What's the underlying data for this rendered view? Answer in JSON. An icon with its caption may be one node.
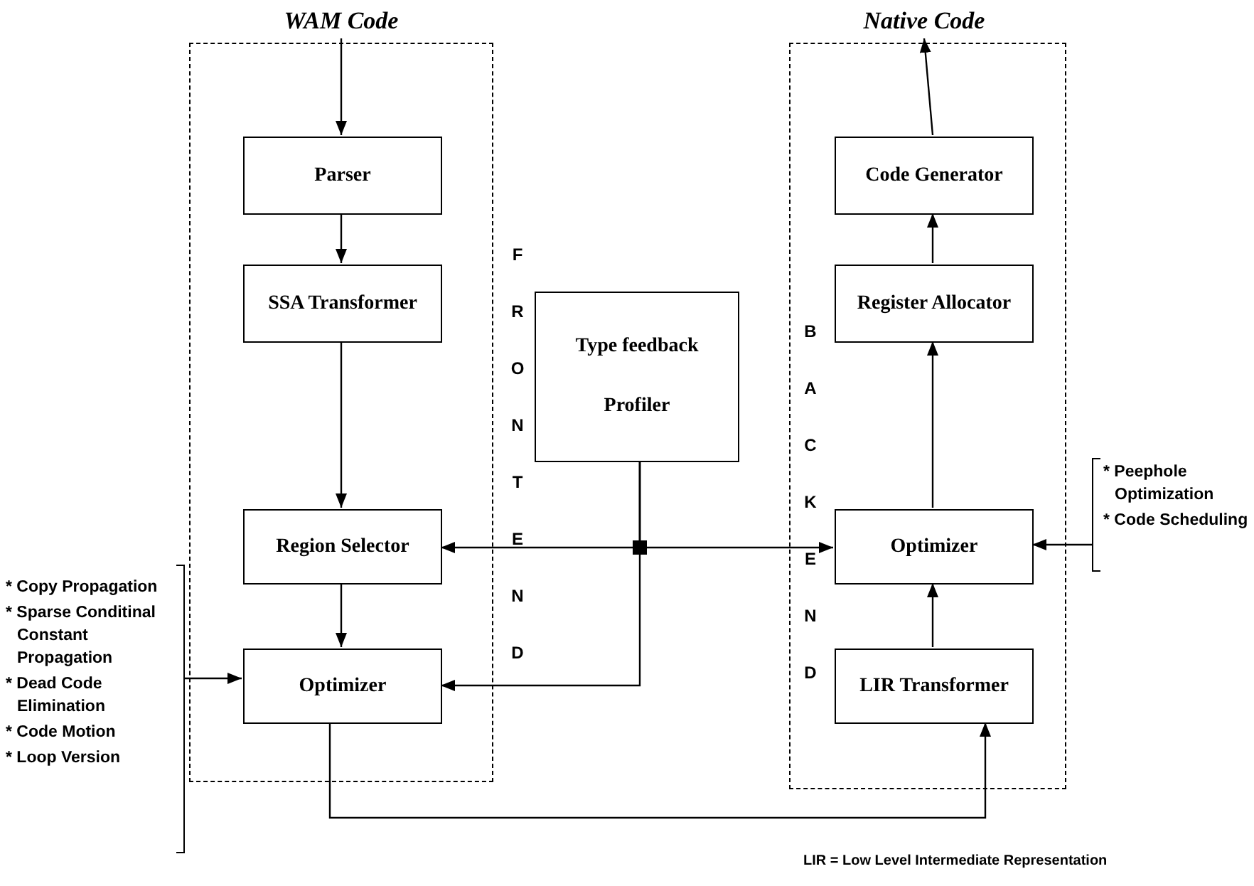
{
  "diagram": {
    "nodes": [
      {
        "text": [
          "WAM Code"
        ]
      },
      {
        "text": [
          "FRONTEND"
        ]
      },
      {
        "text": [
          "Parser"
        ],
        "in": 1
      },
      {
        "text": [
          "SSA Transformer"
        ],
        "in": 1
      },
      {
        "text": [
          "Region Selector"
        ],
        "in": 1
      },
      {
        "text": [
          "Optimizer"
        ],
        "in": 1
      },
      {
        "text": [
          "Type feedback Profiler"
        ]
      },
      {
        "text": [
          "Native Code"
        ]
      },
      {
        "text": [
          "BACKEND"
        ]
      },
      {
        "text": [
          "Code Generator"
        ],
        "in": 8
      },
      {
        "text": [
          "Register Allocator"
        ],
        "in": 8
      },
      {
        "text": [
          "Optimizer"
        ],
        "in": 8
      },
      {
        "text": [
          "LIR Transformer"
        ],
        "in": 8
      },
      {
        "text": [
          "* Copy Propagation",
          "* Sparse Conditinal Constant Propagation",
          "* Dead Code Elimination",
          "* Code Motion",
          "* Loop Version"
        ]
      },
      {
        "text": [
          "* Peephole Optimization",
          "* Code Scheduling"
        ]
      }
    ],
    "edges": [
      {
        "from": 0,
        "to": 2,
        "arrow": "to"
      },
      {
        "from": 2,
        "to": 3,
        "arrow": "to"
      },
      {
        "from": 3,
        "to": 4,
        "arrow": "to"
      },
      {
        "from": 4,
        "to": 5,
        "arrow": "to"
      },
      {
        "from": 5,
        "to": 12,
        "arrow": "to"
      },
      {
        "from": 12,
        "to": 11,
        "arrow": "to"
      },
      {
        "from": 11,
        "to": 10,
        "arrow": "to"
      },
      {
        "from": 10,
        "to": 9,
        "arrow": "to"
      },
      {
        "from": 9,
        "to": 7,
        "arrow": "to"
      },
      {
        "from": 6,
        "to": 4,
        "arrow": "to"
      },
      {
        "from": 6,
        "to": 11,
        "arrow": "to"
      },
      {
        "from": 6,
        "to": 5,
        "arrow": "to"
      },
      {
        "from": 13,
        "to": 5,
        "arrow": "to"
      },
      {
        "from": 14,
        "to": 11,
        "arrow": "to"
      }
    ],
    "labels": [
      "LIR = Low Level Intermediate Representation"
    ]
  }
}
